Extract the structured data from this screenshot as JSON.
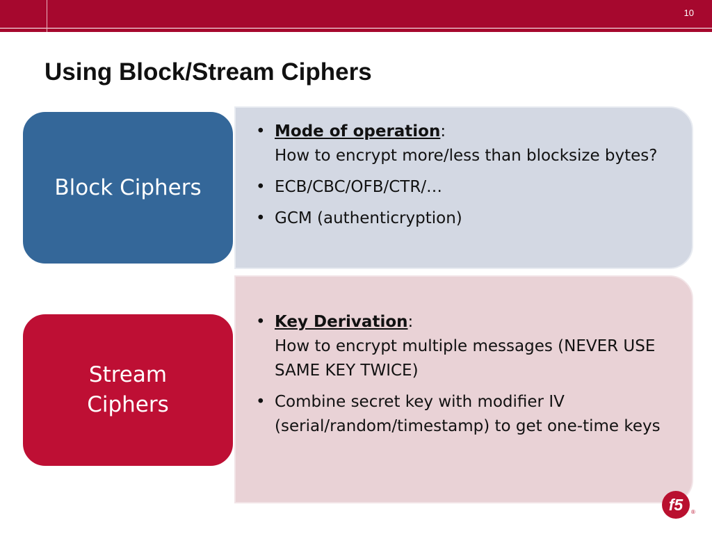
{
  "slide": {
    "number": "10",
    "title": "Using Block/Stream Ciphers"
  },
  "block": {
    "label": "Block Ciphers",
    "bullets": [
      {
        "heading": "Mode of operation",
        "suffix": ":",
        "body": "How to encrypt more/less than blocksize bytes?"
      },
      {
        "heading": "",
        "suffix": "",
        "body": "ECB/CBC/OFB/CTR/…"
      },
      {
        "heading": "",
        "suffix": "",
        "body": "GCM (authenticryption)"
      }
    ]
  },
  "stream": {
    "label": "Stream\nCiphers",
    "bullets": [
      {
        "heading": "Key Derivation",
        "suffix": ":",
        "body": "How to encrypt multiple messages (NEVER USE SAME KEY TWICE)"
      },
      {
        "heading": "",
        "suffix": "",
        "body": "Combine secret key with modifier IV (serial/random/timestamp) to get one-time keys"
      }
    ]
  },
  "logo": {
    "text": "f5",
    "registered": "®"
  },
  "colors": {
    "header_bar": "#a6082e",
    "block_label": "#346799",
    "stream_label": "#be0f34",
    "block_panel": "#d3d8e3",
    "stream_panel": "#e9d2d6"
  }
}
